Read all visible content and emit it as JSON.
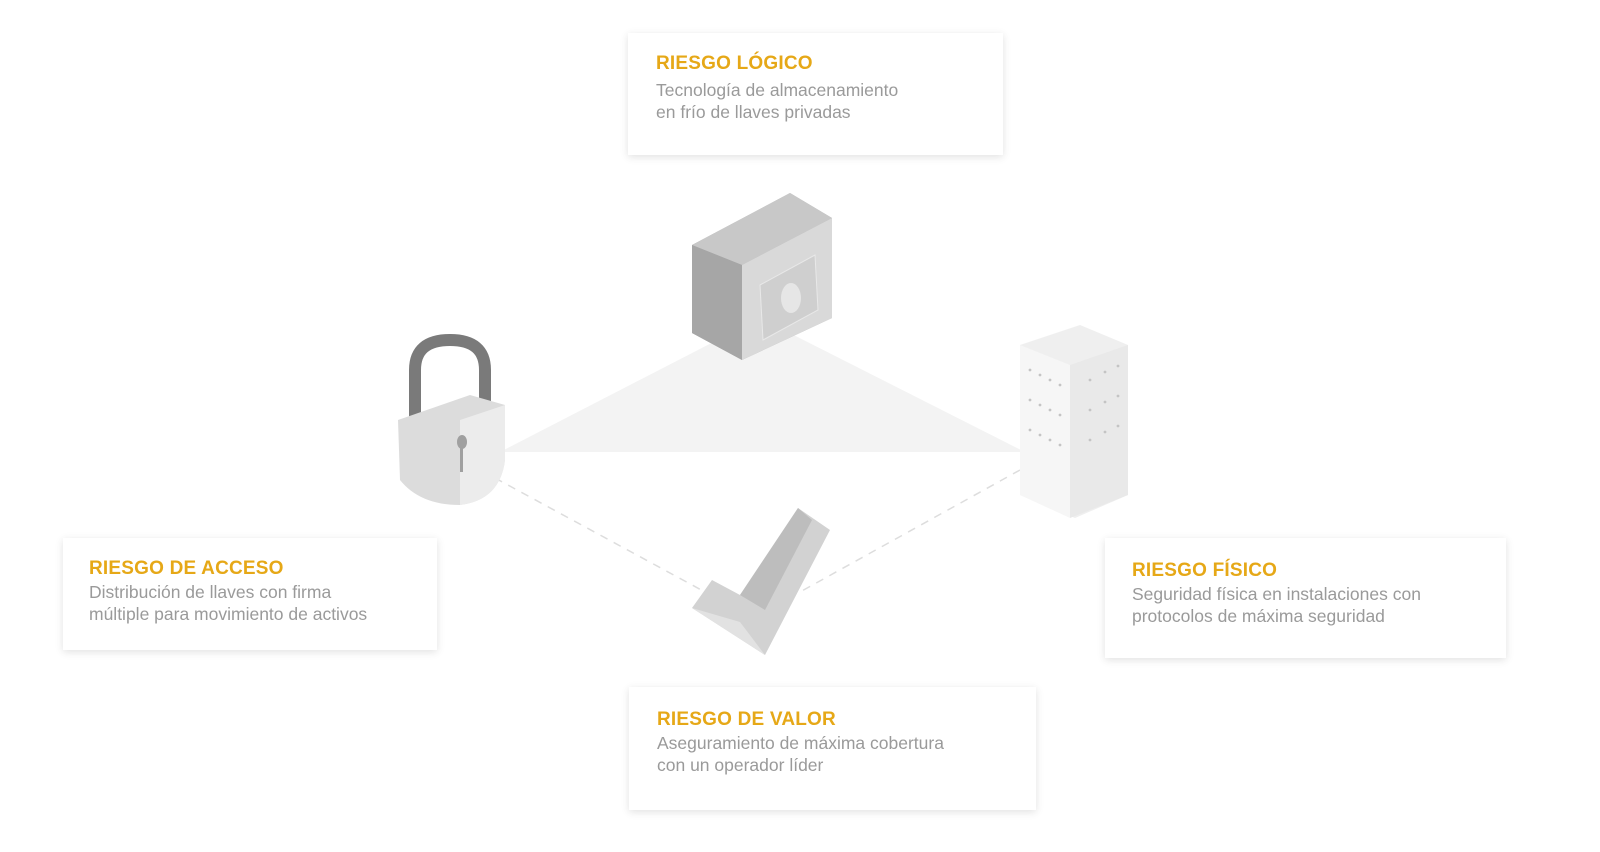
{
  "colors": {
    "accent": "#e6a817",
    "text": "#9a9a9a"
  },
  "cards": {
    "logico": {
      "title": "RIESGO LÓGICO",
      "line1": "Tecnología de almacenamiento",
      "line2": "en frío de llaves privadas",
      "icon": "safe-icon"
    },
    "acceso": {
      "title": "RIESGO DE ACCESO",
      "line1": "Distribución de llaves con firma",
      "line2": "múltiple para movimiento de activos",
      "icon": "padlock-icon"
    },
    "fisico": {
      "title": "RIESGO FÍSICO",
      "line1": "Seguridad física en instalaciones con",
      "line2": "protocolos de máxima seguridad",
      "icon": "server-icon"
    },
    "valor": {
      "title": "RIESGO DE VALOR",
      "line1": "Aseguramiento de máxima cobertura",
      "line2": "con un operador líder",
      "icon": "checkmark-icon"
    }
  }
}
